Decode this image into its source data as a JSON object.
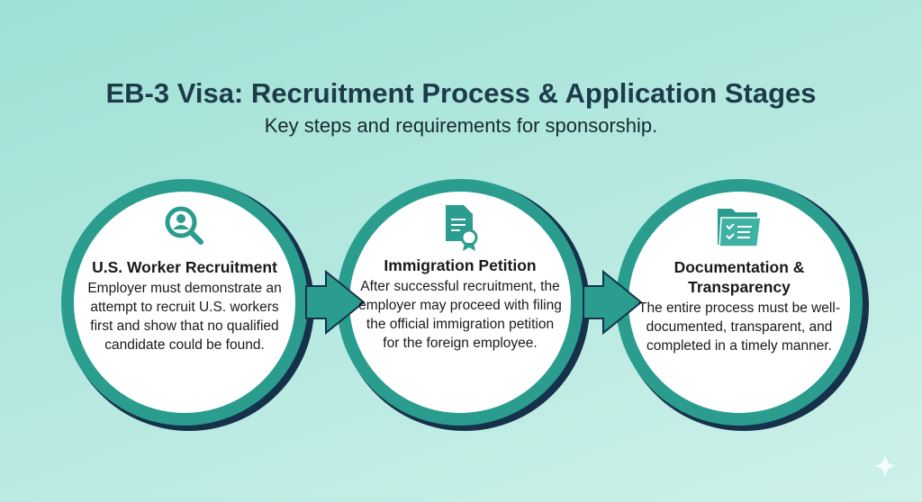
{
  "header": {
    "title": "EB-3 Visa: Recruitment Process & Application Stages",
    "subtitle": "Key steps and requirements for sponsorship."
  },
  "colors": {
    "teal": "#2a9d8f",
    "navy": "#16324a",
    "title": "#1d3b4b"
  },
  "stages": [
    {
      "icon": "user-search-icon",
      "title": "U.S. Worker Recruitment",
      "text": "Employer must demonstrate an attempt to recruit U.S. workers first and show that no qualified candidate could be found."
    },
    {
      "icon": "certified-document-icon",
      "title": "Immigration Petition",
      "text": "After successful recruitment, the employer may proceed with filing the official immigration petition for the foreign employee."
    },
    {
      "icon": "checklist-folder-icon",
      "title": "Documentation & Transparency",
      "text": "The entire process must be well-documented, transparent, and completed in a timely manner."
    }
  ]
}
